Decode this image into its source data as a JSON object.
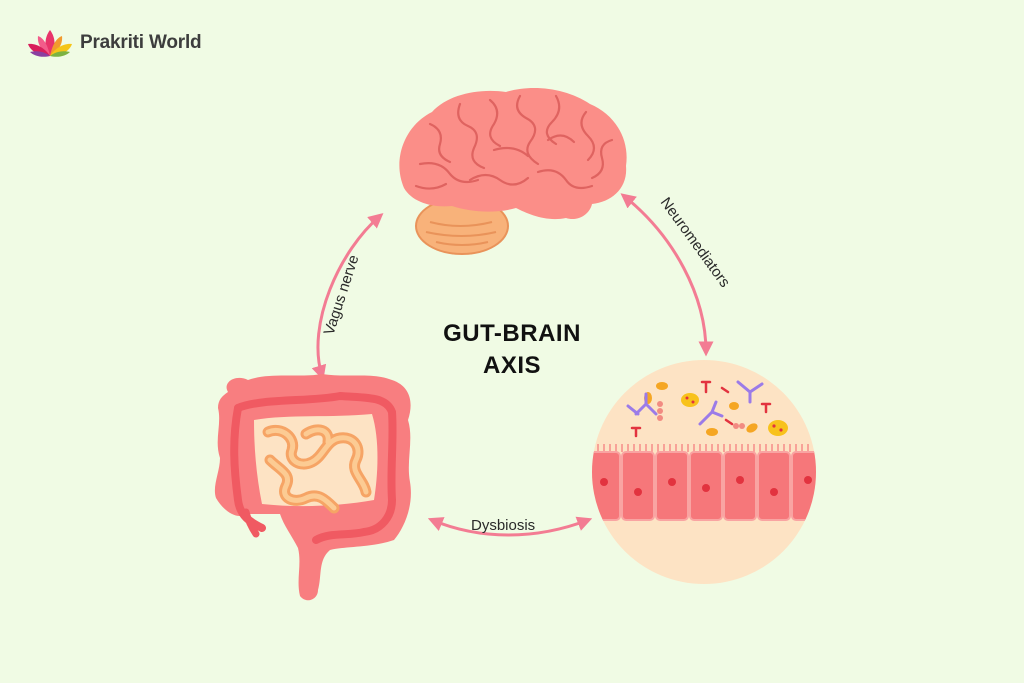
{
  "brand": {
    "name": "Prakriti World"
  },
  "title": {
    "line1": "GUT-BRAIN",
    "line2": "AXIS"
  },
  "labels": {
    "left_arrow": "Vagus nerve",
    "right_arrow": "Neuromediators",
    "bottom_arrow": "Dysbiosis"
  },
  "colors": {
    "background": "#f0fbe4",
    "brain": "#fb8e88",
    "cerebellum": "#f8b27a",
    "arrow": "#f37c93",
    "colon": "#f87e80",
    "small_intestine": "#f9bb83",
    "microbiome_circle": "#fde3c4",
    "epithelium": "#f6777a"
  },
  "icons": [
    "lotus-logo-icon",
    "brain-icon",
    "intestine-icon",
    "gut-lining-icon"
  ]
}
